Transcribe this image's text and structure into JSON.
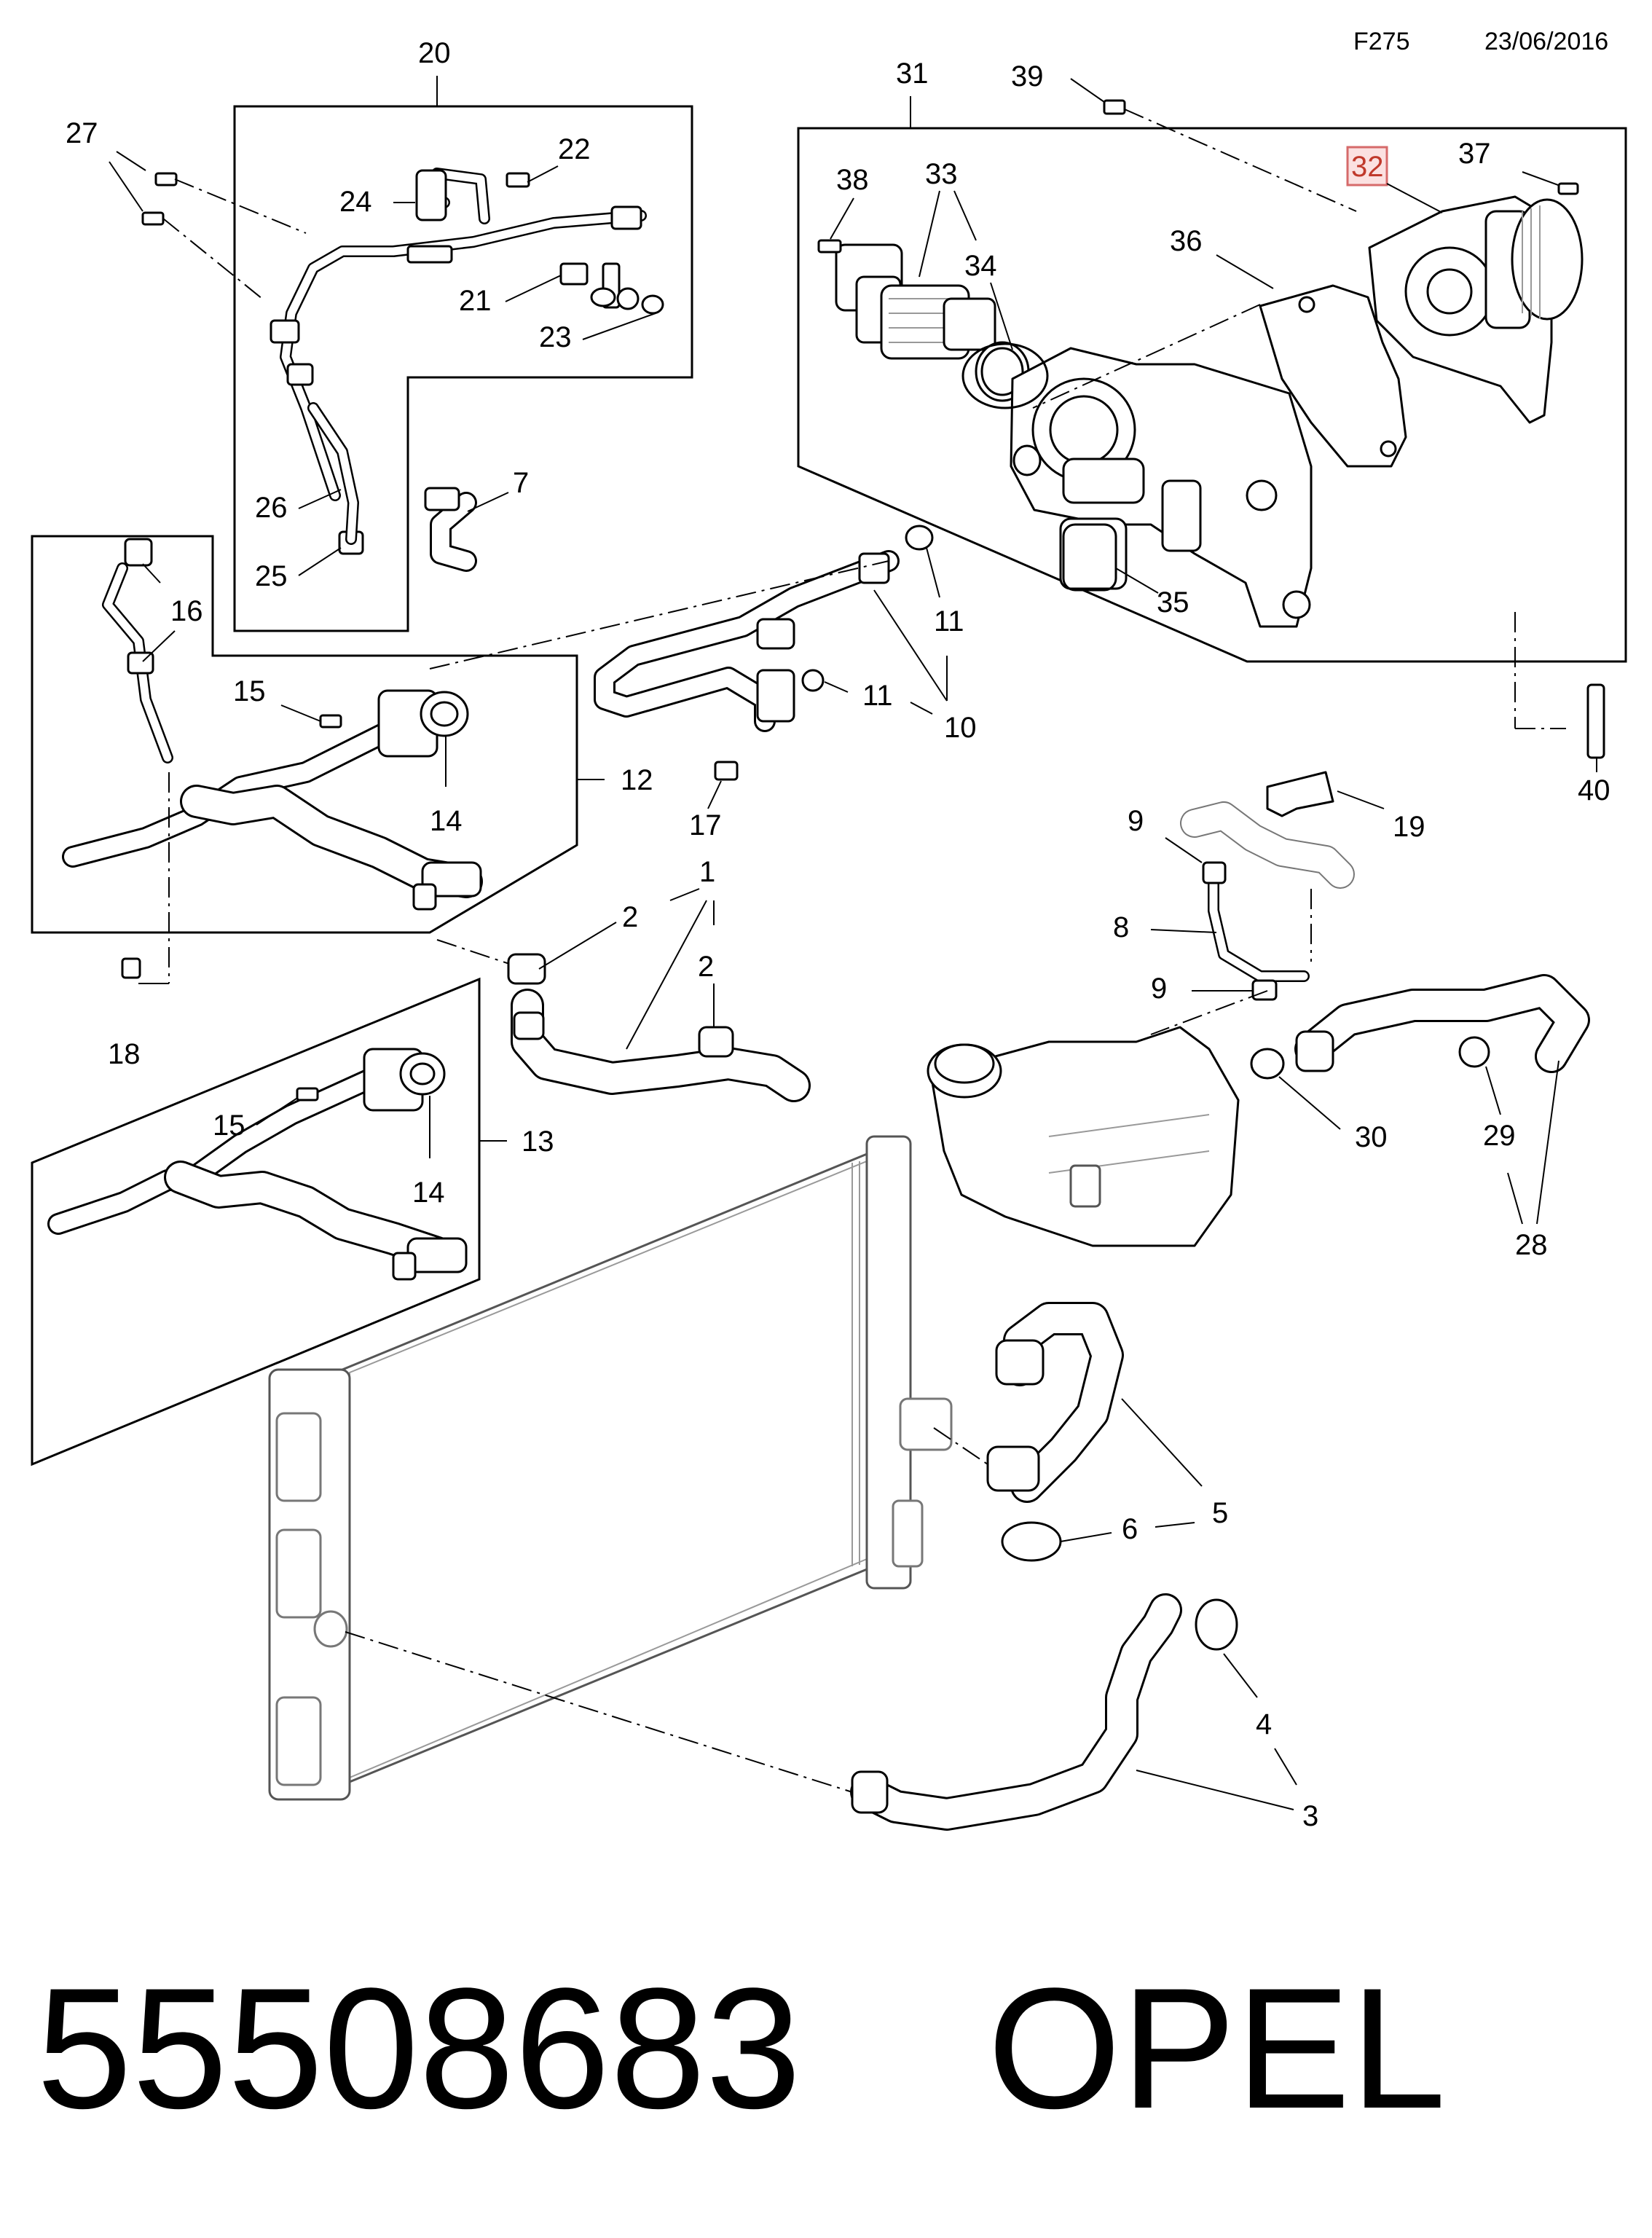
{
  "header": {
    "code": "F275",
    "date": "23/06/2016"
  },
  "callouts": {
    "c1": "1",
    "c2a": "2",
    "c2b": "2",
    "c3": "3",
    "c4": "4",
    "c5": "5",
    "c6": "6",
    "c7": "7",
    "c8": "8",
    "c9a": "9",
    "c9b": "9",
    "c10": "10",
    "c11a": "11",
    "c11b": "11",
    "c12": "12",
    "c13": "13",
    "c14a": "14",
    "c14b": "14",
    "c15a": "15",
    "c15b": "15",
    "c16": "16",
    "c17": "17",
    "c18": "18",
    "c19": "19",
    "c20": "20",
    "c21": "21",
    "c22": "22",
    "c23": "23",
    "c24": "24",
    "c25": "25",
    "c26": "26",
    "c27": "27",
    "c28": "28",
    "c29": "29",
    "c30": "30",
    "c31": "31",
    "c32": "32",
    "c33": "33",
    "c34": "34",
    "c35": "35",
    "c36": "36",
    "c37": "37",
    "c38": "38",
    "c39": "39",
    "c40": "40"
  },
  "highlighted_callout": "32",
  "colors": {
    "line": "#000000",
    "highlight_fill": "#fbe1e1",
    "highlight_stroke": "#d66a6a"
  },
  "footer": {
    "part_number": "55508683",
    "brand": "OPEL"
  }
}
